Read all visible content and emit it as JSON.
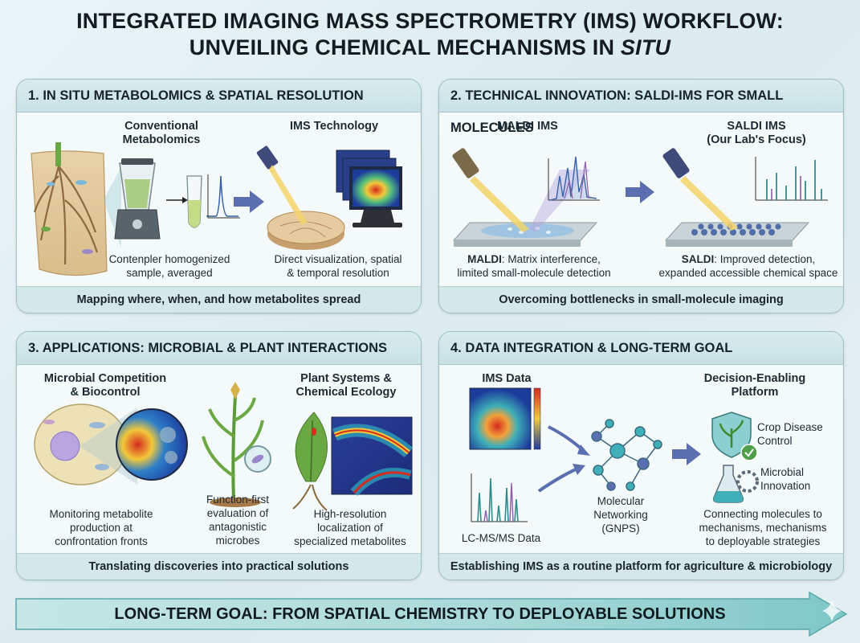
{
  "title": {
    "line1": "INTEGRATED IMAGING MASS SPECTROMETRY (IMS) WORKFLOW:",
    "line2_prefix": "UNVEILING CHEMICAL MECHANISMS IN ",
    "line2_italic": "SITU"
  },
  "panel1": {
    "heading": "1. IN SITU METABOLOMICS & SPATIAL RESOLUTION",
    "conventional_title": "Conventional\nMetabolomics",
    "ims_title": "IMS Technology",
    "conventional_caption": "Contenpler homogenized\nsample, averaged",
    "ims_caption": "Direct visualization, spatial\n& temporal resolution",
    "footer": "Mapping where, when, and how metabolites spread"
  },
  "panel2": {
    "heading": "2. TECHNICAL INNOVATION: SALDI-IMS FOR SMALL MOLECULES",
    "maldi_title": "MALDI IMS",
    "saldi_title": "SALDI IMS\n(Our Lab's Focus)",
    "maldi_caption_bold": "MALDI",
    "maldi_caption": ": Matrix interference,\nlimited small-molecule detection",
    "saldi_caption_bold": "SALDI",
    "saldi_caption": ": Improved detection,\nexpanded accessible chemical space",
    "footer": "Overcoming bottlenecks in small-molecule imaging"
  },
  "panel3": {
    "heading": "3. APPLICATIONS: MICROBIAL & PLANT INTERACTIONS",
    "microbial_title": "Microbial Competition\n& Biocontrol",
    "plant_title": "Plant Systems &\nChemical Ecology",
    "caption_left": "Monitoring metabolite\nproduction at\nconfrontation fronts",
    "caption_mid": "Function-first\nevaluation of\nantagonistic\nmicrobes",
    "caption_right": "High-resolution\nlocalization of\nspecialized metabolites",
    "footer": "Translating discoveries into practical solutions"
  },
  "panel4": {
    "heading": "4. DATA INTEGRATION & LONG-TERM GOAL",
    "ims_data": "IMS Data",
    "lcms_data": "LC-MS/MS Data",
    "network": "Molecular\nNetworking\n(GNPS)",
    "platform_title": "Decision-Enabling\nPlatform",
    "crop": "Crop Disease\nControl",
    "microbial": "Microbial\nInnovation",
    "connect": "Connecting molecules to\nmechanisms, mechanisms\nto deployable strategies",
    "footer": "Establishing IMS as a routine platform for agriculture & microbiology"
  },
  "banner": "LONG-TERM GOAL: FROM SPATIAL CHEMISTRY TO DEPLOYABLE SOLUTIONS",
  "colors": {
    "panel_border": "#9fbfc4",
    "header_bg": "#c9e1e4",
    "accent_blue": "#5b6fb0",
    "heat_high": "#d62b1f",
    "heat_low": "#1c3c9c",
    "plant_green": "#6aa843",
    "banner_teal": "#7fc7c7"
  },
  "icons": [
    "blender-icon",
    "test-tube-icon",
    "laser-probe-icon",
    "monitor-icon",
    "shield-plant-icon",
    "flask-gear-icon",
    "network-icon",
    "sparkle-icon"
  ]
}
